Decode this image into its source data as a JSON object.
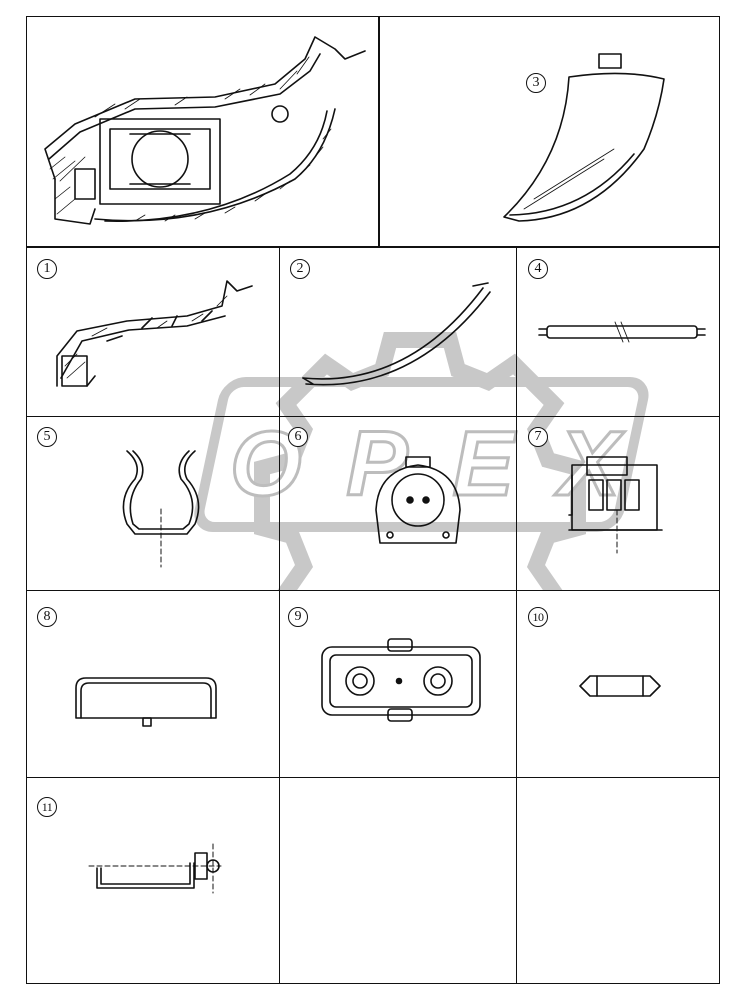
{
  "watermark": {
    "text": "OPEX"
  },
  "parts": [
    {
      "id": "assembly",
      "label": ""
    },
    {
      "id": "p1",
      "label": "1"
    },
    {
      "id": "p2",
      "label": "2"
    },
    {
      "id": "p3",
      "label": "3"
    },
    {
      "id": "p4",
      "label": "4"
    },
    {
      "id": "p5",
      "label": "5"
    },
    {
      "id": "p6",
      "label": "6"
    },
    {
      "id": "p7",
      "label": "7"
    },
    {
      "id": "p8",
      "label": "8"
    },
    {
      "id": "p9",
      "label": "9"
    },
    {
      "id": "p10",
      "label": "10"
    },
    {
      "id": "p11",
      "label": "11"
    }
  ]
}
